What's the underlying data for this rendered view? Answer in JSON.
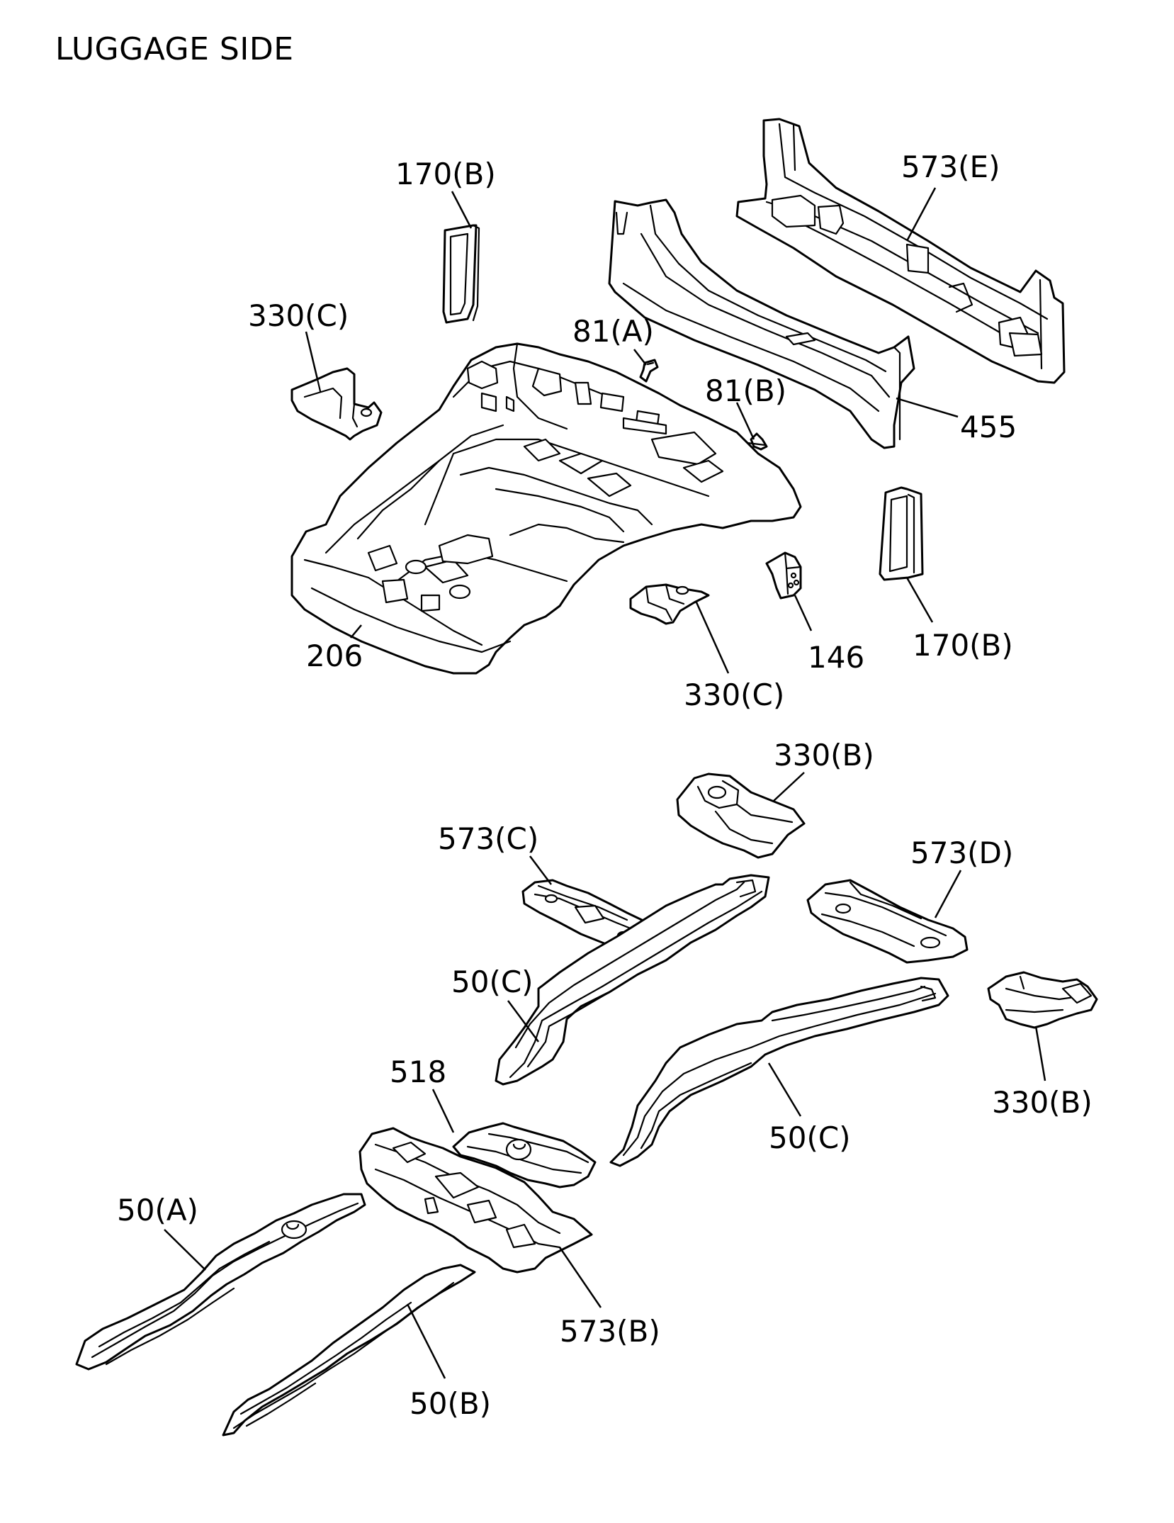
{
  "title": "LUGGAGE SIDE",
  "callouts": {
    "p170b_top": "170(B)",
    "p330c_left": "330(C)",
    "p81a": "81(A)",
    "p81b": "81(B)",
    "p573e": "573(E)",
    "p455": "455",
    "p206": "206",
    "p330c_bottom": "330(C)",
    "p146": "146",
    "p170b_right": "170(B)",
    "p330b_top": "330(B)",
    "p573c": "573(C)",
    "p573d": "573(D)",
    "p50c_left": "50(C)",
    "p330b_right": "330(B)",
    "p518": "518",
    "p50c_right": "50(C)",
    "p50a": "50(A)",
    "p573b": "573(B)",
    "p50b": "50(B)"
  }
}
